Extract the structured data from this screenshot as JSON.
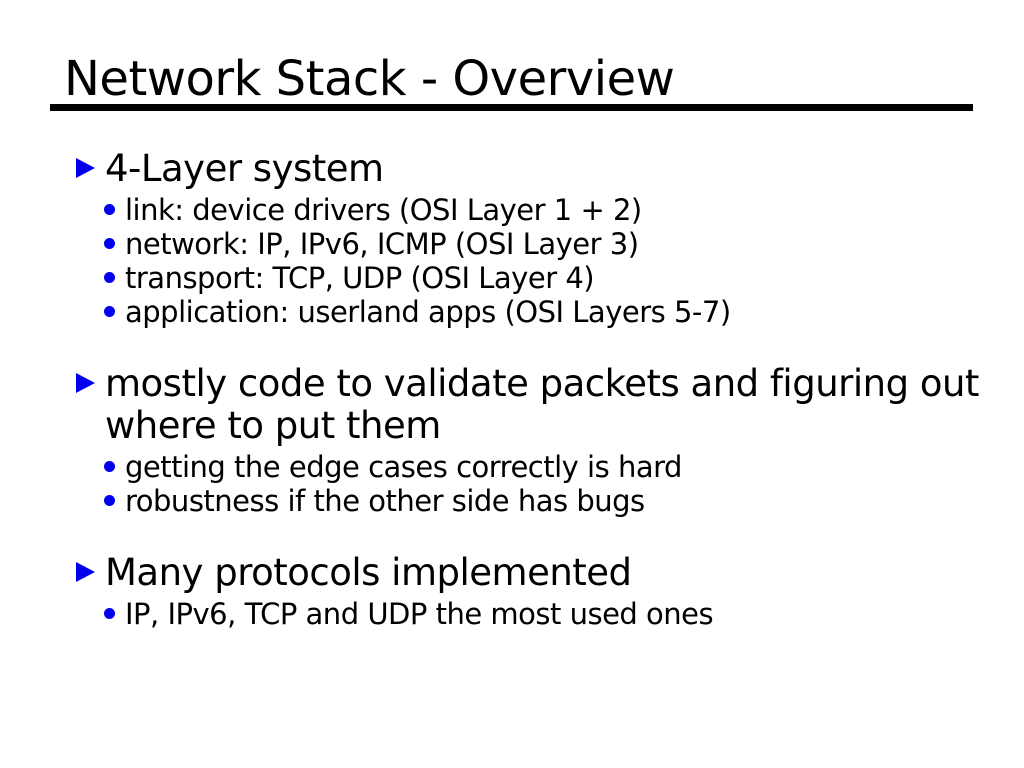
{
  "slide": {
    "title": "Network Stack - Overview",
    "colors": {
      "bullet_blue": "#0000ee",
      "text": "#000000",
      "background": "#ffffff",
      "rule": "#000000"
    },
    "sections": [
      {
        "heading": "4-Layer system",
        "items": [
          "link: device drivers (OSI Layer 1 + 2)",
          "network: IP, IPv6, ICMP (OSI Layer 3)",
          "transport: TCP, UDP (OSI Layer 4)",
          "application: userland apps (OSI Layers 5-7)"
        ]
      },
      {
        "heading": "mostly code to validate packets and figuring out where to put them",
        "items": [
          "getting the edge cases correctly is hard",
          "robustness if the other side has bugs"
        ]
      },
      {
        "heading": "Many protocols implemented",
        "items": [
          "IP, IPv6, TCP and UDP the most used ones"
        ]
      }
    ]
  }
}
